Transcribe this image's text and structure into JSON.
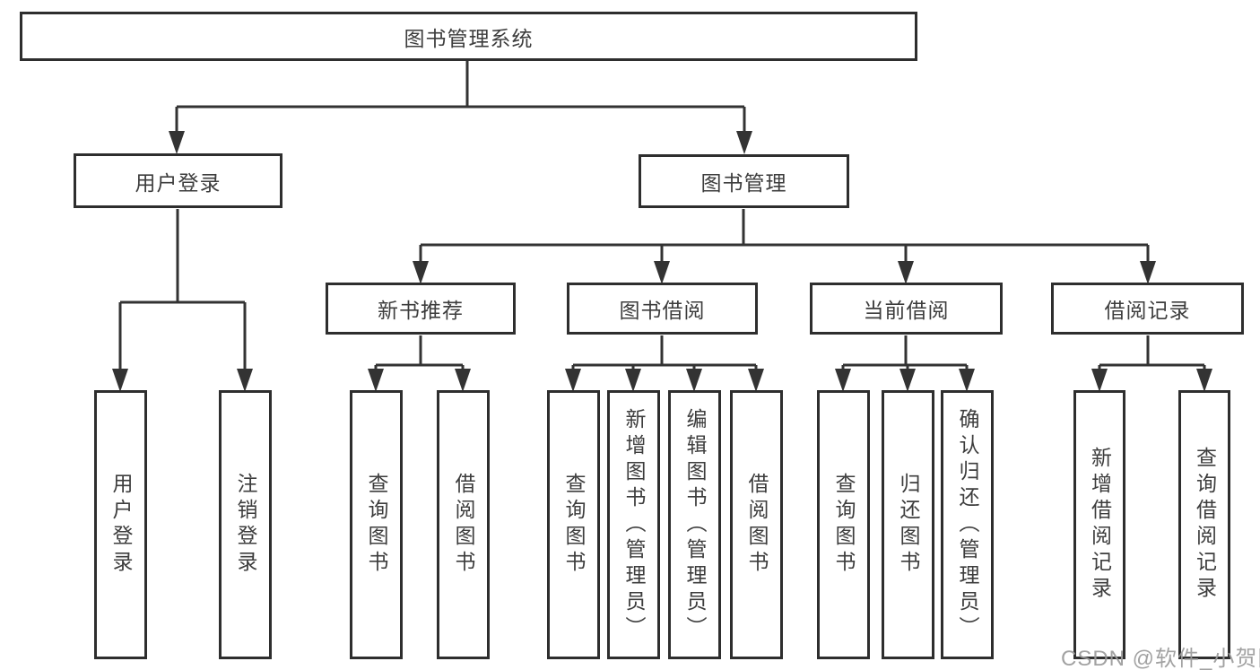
{
  "tree": {
    "root": {
      "label": "图书管理系统"
    },
    "login_branch": {
      "label": "用户登录",
      "children": [
        {
          "label": "用户登录"
        },
        {
          "label": "注销登录"
        }
      ]
    },
    "mgmt_branch": {
      "label": "图书管理",
      "groups": [
        {
          "label": "新书推荐",
          "children": [
            {
              "label": "查询图书"
            },
            {
              "label": "借阅图书"
            }
          ]
        },
        {
          "label": "图书借阅",
          "children": [
            {
              "label": "查询图书"
            },
            {
              "label": "新增图书（管理员）"
            },
            {
              "label": "编辑图书（管理员）"
            },
            {
              "label": "借阅图书"
            }
          ]
        },
        {
          "label": "当前借阅",
          "children": [
            {
              "label": "查询图书"
            },
            {
              "label": "归还图书"
            },
            {
              "label": "确认归还（管理员）"
            }
          ]
        },
        {
          "label": "借阅记录",
          "children": [
            {
              "label": "新增借阅记录"
            },
            {
              "label": "查询借阅记录"
            }
          ]
        }
      ]
    }
  },
  "watermark": {
    "text": "CSDN @软件_小贺同学"
  },
  "colors": {
    "background": "#ffffff",
    "box_border": "#2e2e2e",
    "line": "#333333",
    "text": "#3d3d3d",
    "watermark": "#9b9b9b"
  }
}
